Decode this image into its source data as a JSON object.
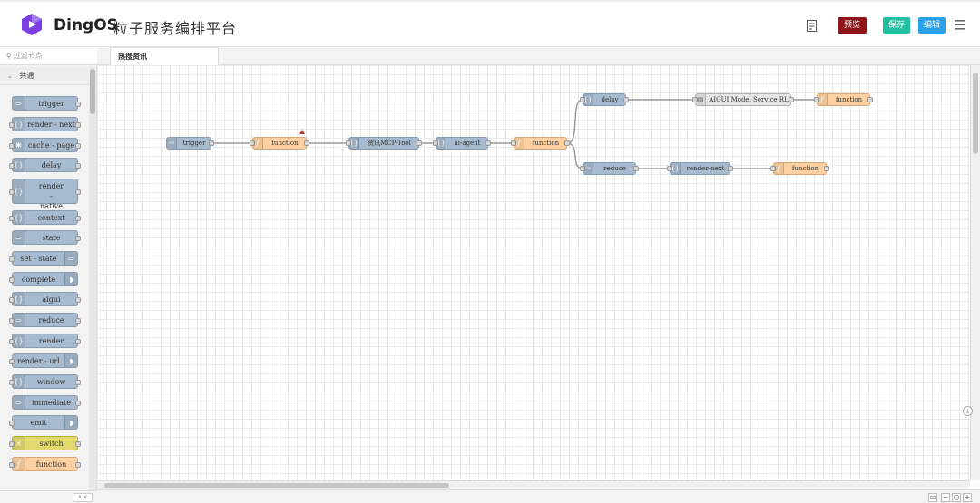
{
  "header": {
    "brand": "DingOS",
    "platform_title": "粒子服务编排平台",
    "preview_label": "预览",
    "save_label": "保存",
    "edit_label": "编辑",
    "icons": [
      "notes-icon",
      "menu-icon"
    ],
    "colors": {
      "preview": "#8e1418",
      "save": "#20c0a0",
      "edit": "#2aa0e8"
    }
  },
  "sidebar": {
    "filter_placeholder": "过滤节点",
    "category": "共通",
    "nodes": [
      "trigger",
      "render - next",
      "cache - page",
      "delay",
      "render - native",
      "context",
      "state",
      "set - state",
      "complete",
      "aigui",
      "reduce",
      "render",
      "render - url",
      "window",
      "immediate",
      "emit",
      "switch",
      "function"
    ]
  },
  "tabs": [
    "热搜资讯"
  ],
  "flow": {
    "nodes": [
      "trigger",
      "function",
      "资讯MCP-Tool",
      "ai-agent",
      "function",
      "delay",
      "AIGUI Model Service RL",
      "function",
      "reduce",
      "render-next",
      "function"
    ]
  },
  "footer": {
    "zoom_out": "−",
    "zoom_reset": "○",
    "zoom_in": "+"
  }
}
